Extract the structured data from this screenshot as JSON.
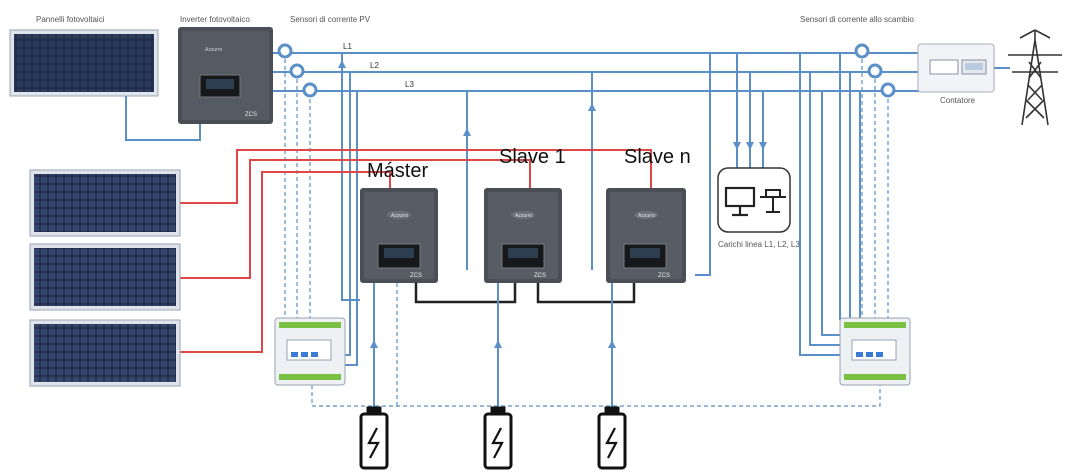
{
  "labels": {
    "pv_panels": "Pannelli fotovoltaici",
    "pv_inverter": "Inverter fotovoltaico",
    "pv_sensors": "Sensori di corrente PV",
    "exchange_sensors": "Sensori di corrente allo scambio",
    "meter": "Contatore",
    "loads": "Carichi linea L1, L2, L3",
    "line_l1": "L1",
    "line_l2": "L2",
    "line_l3": "L3",
    "master": "Máster",
    "slave1": "Slave 1",
    "slaven": "Slave n"
  },
  "brand": {
    "logo_text": "Azzurro",
    "zcs_text": "ZCS"
  },
  "colors": {
    "ac_line": "#5b8fc7",
    "pv_string": "#e04848",
    "comm": "#222222",
    "panel_cell": "#1c2740",
    "inverter_body": "#4a4f57"
  }
}
